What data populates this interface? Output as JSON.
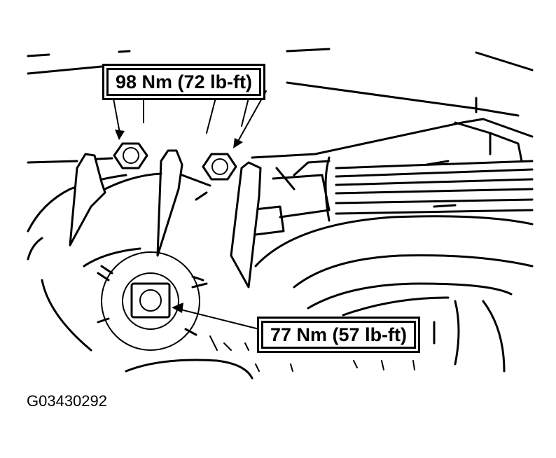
{
  "labels": {
    "top_torque": "98 Nm (72 lb-ft)",
    "bottom_torque": "77 Nm (57 lb-ft)"
  },
  "figure_code": "G03430292"
}
